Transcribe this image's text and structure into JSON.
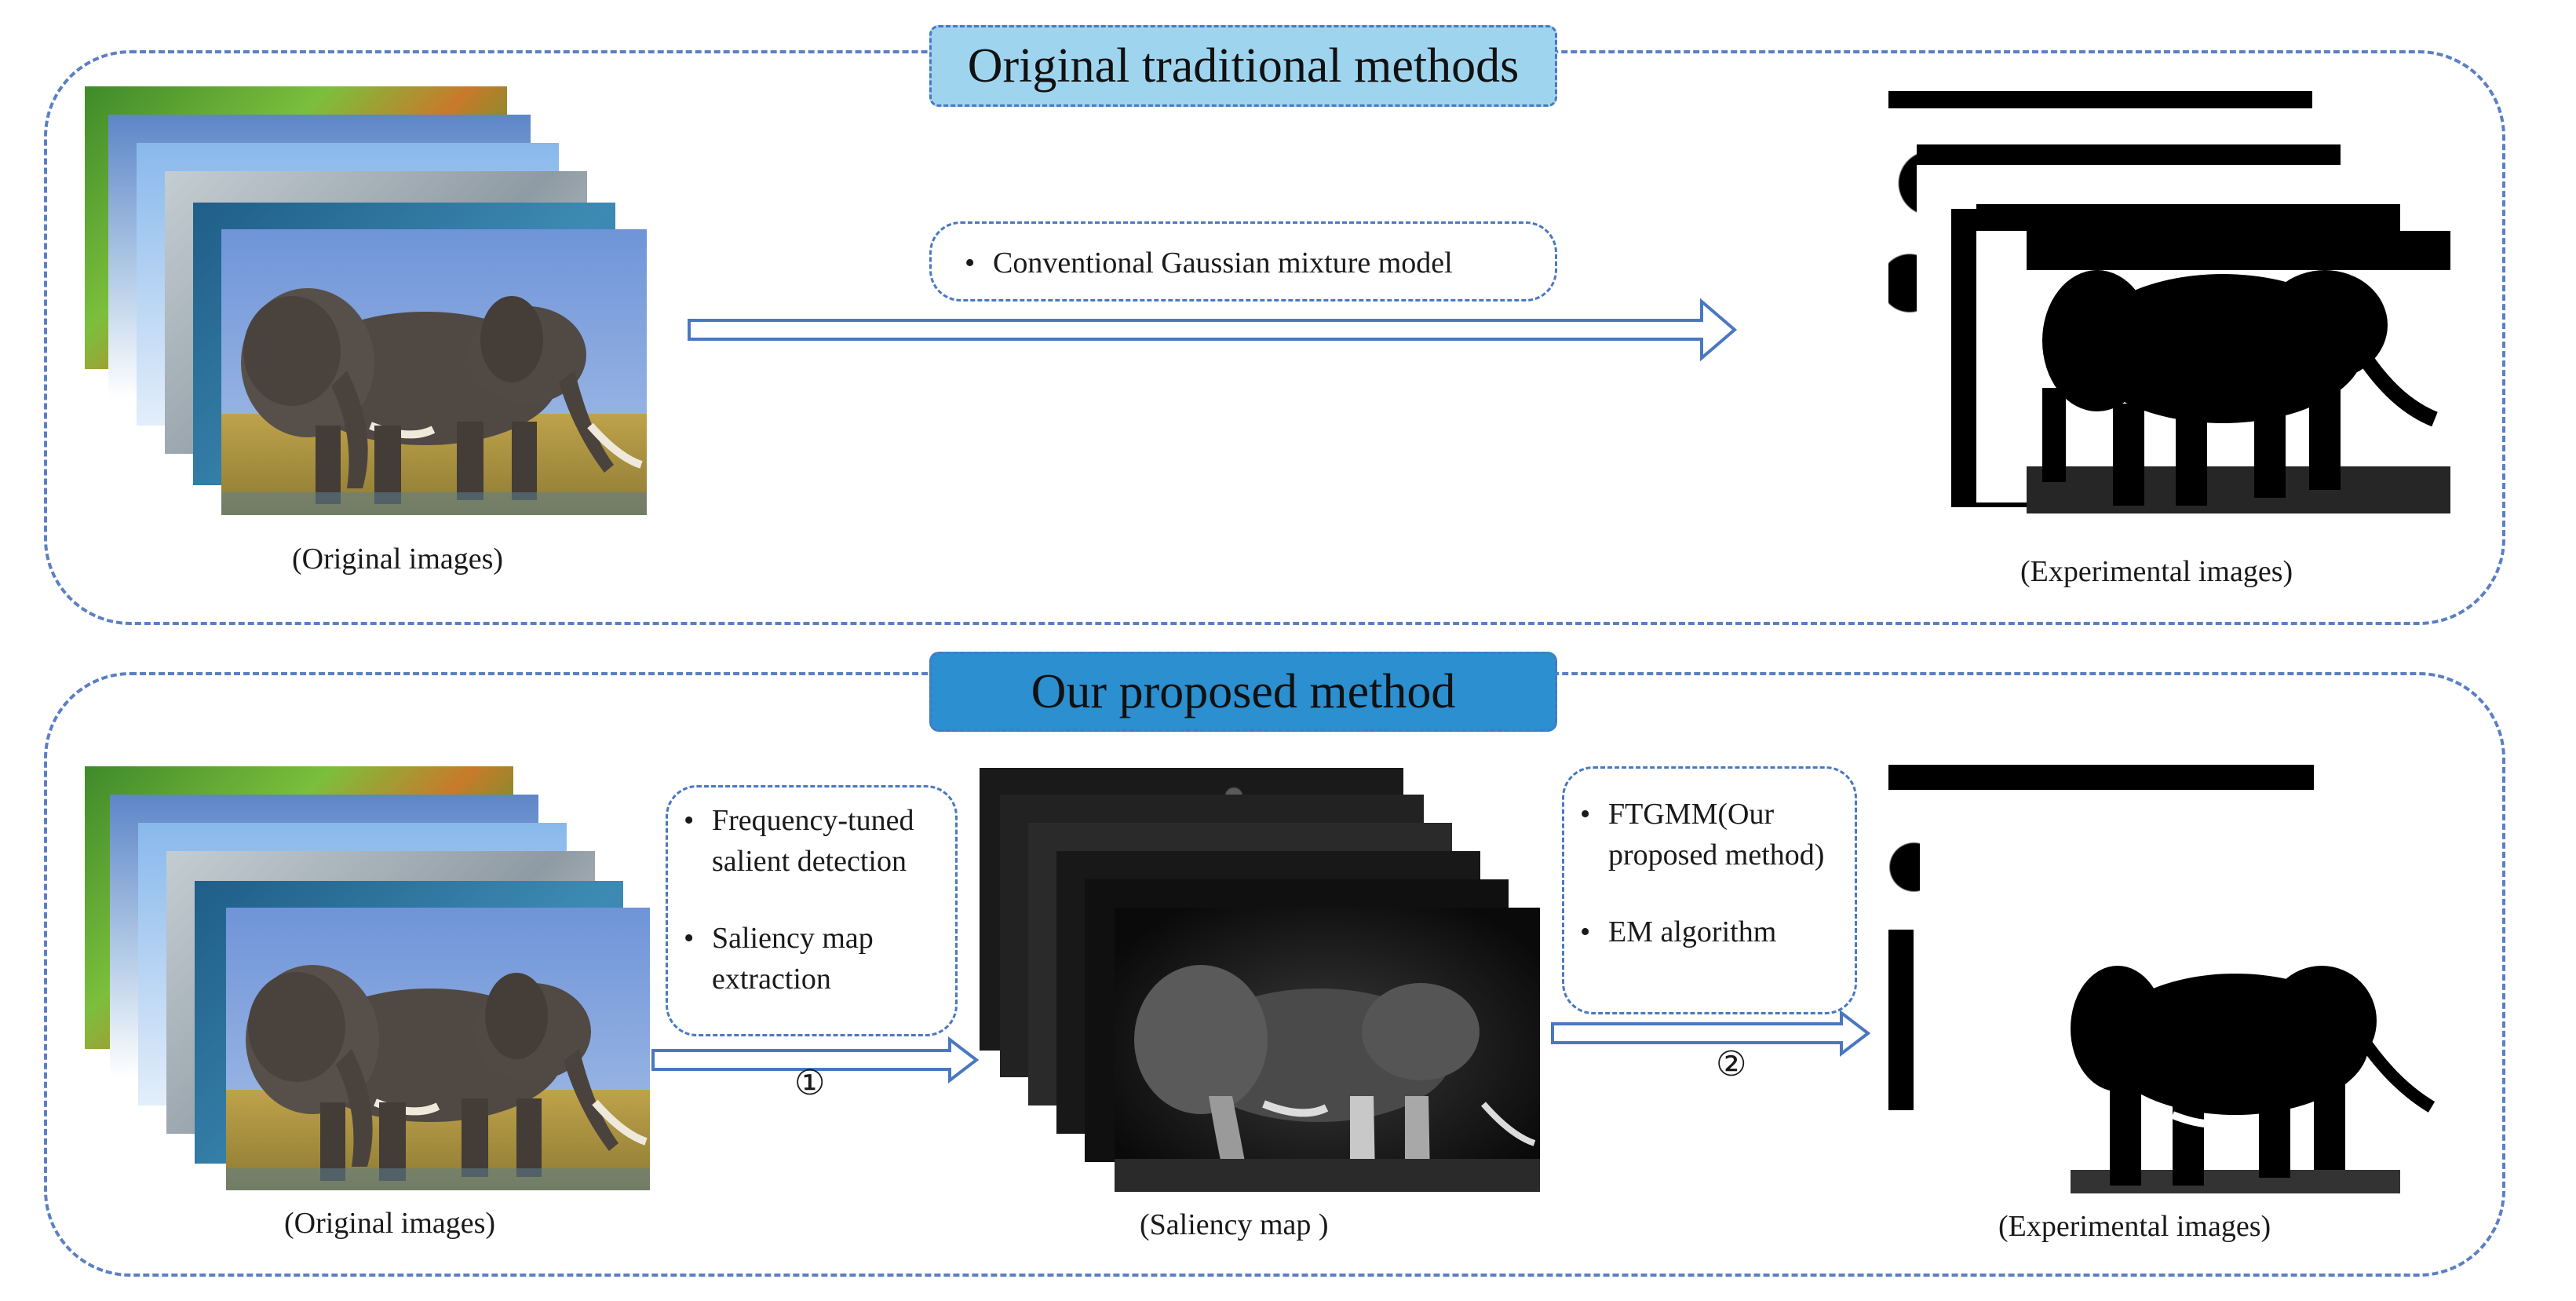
{
  "top_section": {
    "title": "Original traditional methods",
    "method_note": "Conventional Gaussian mixture model",
    "caption_input": "(Original images)",
    "caption_output": "(Experimental images)"
  },
  "bottom_section": {
    "title": "Our proposed method",
    "step1_notes": [
      "Frequency-tuned salient detection",
      "Saliency map extraction"
    ],
    "step2_notes": [
      "FTGMM(Our proposed method)",
      "EM algorithm"
    ],
    "step1_marker": "①",
    "step2_marker": "②",
    "caption_input": "(Original images)",
    "caption_saliency": "(Saliency map )",
    "caption_output": "(Experimental images)"
  },
  "colors": {
    "panel_border": "#5b7fc4",
    "title_top_fill": "#9fd4ef",
    "title_bottom_fill": "#2b8fd0",
    "arrow_stroke": "#4a78c0"
  }
}
